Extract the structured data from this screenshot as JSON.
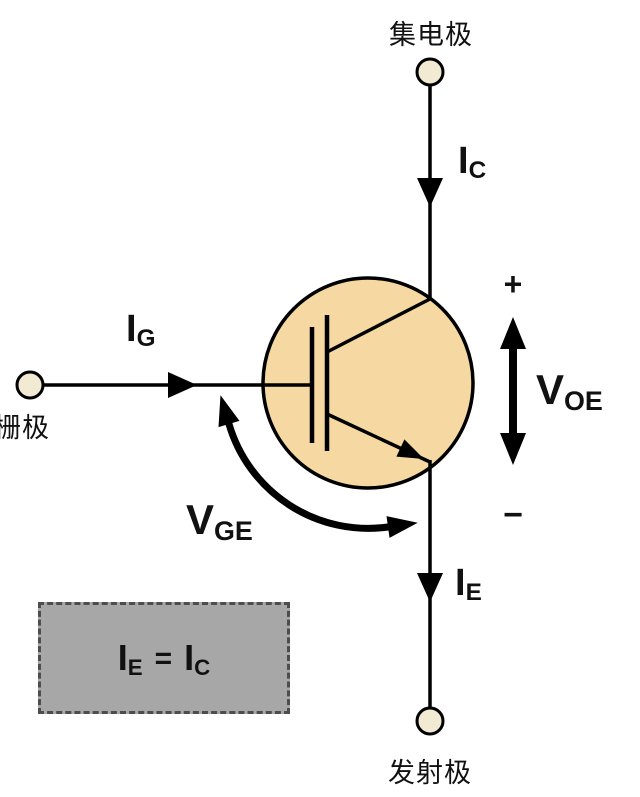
{
  "diagram": {
    "terminals": {
      "collector": "集电极",
      "gate": "栅极",
      "emitter": "发射极"
    },
    "currents": {
      "collector": {
        "symbol": "I",
        "sub": "C"
      },
      "gate": {
        "symbol": "I",
        "sub": "G"
      },
      "emitter": {
        "symbol": "I",
        "sub": "E"
      }
    },
    "voltages": {
      "output": {
        "symbol": "V",
        "sub": "OE"
      },
      "gate_emitter": {
        "symbol": "V",
        "sub": "GE"
      }
    },
    "polarity": {
      "plus": "+",
      "minus": "−"
    },
    "formula": {
      "lhs_symbol": "I",
      "lhs_sub": "E",
      "equals": "=",
      "rhs_symbol": "I",
      "rhs_sub": "C"
    },
    "colors": {
      "transistor_fill": "#F6D8A2",
      "terminal_fill": "#F3EAD3",
      "line": "#000000",
      "box_fill": "#A7A7A7",
      "box_border": "#4D4D4D",
      "text": "#111111"
    }
  }
}
